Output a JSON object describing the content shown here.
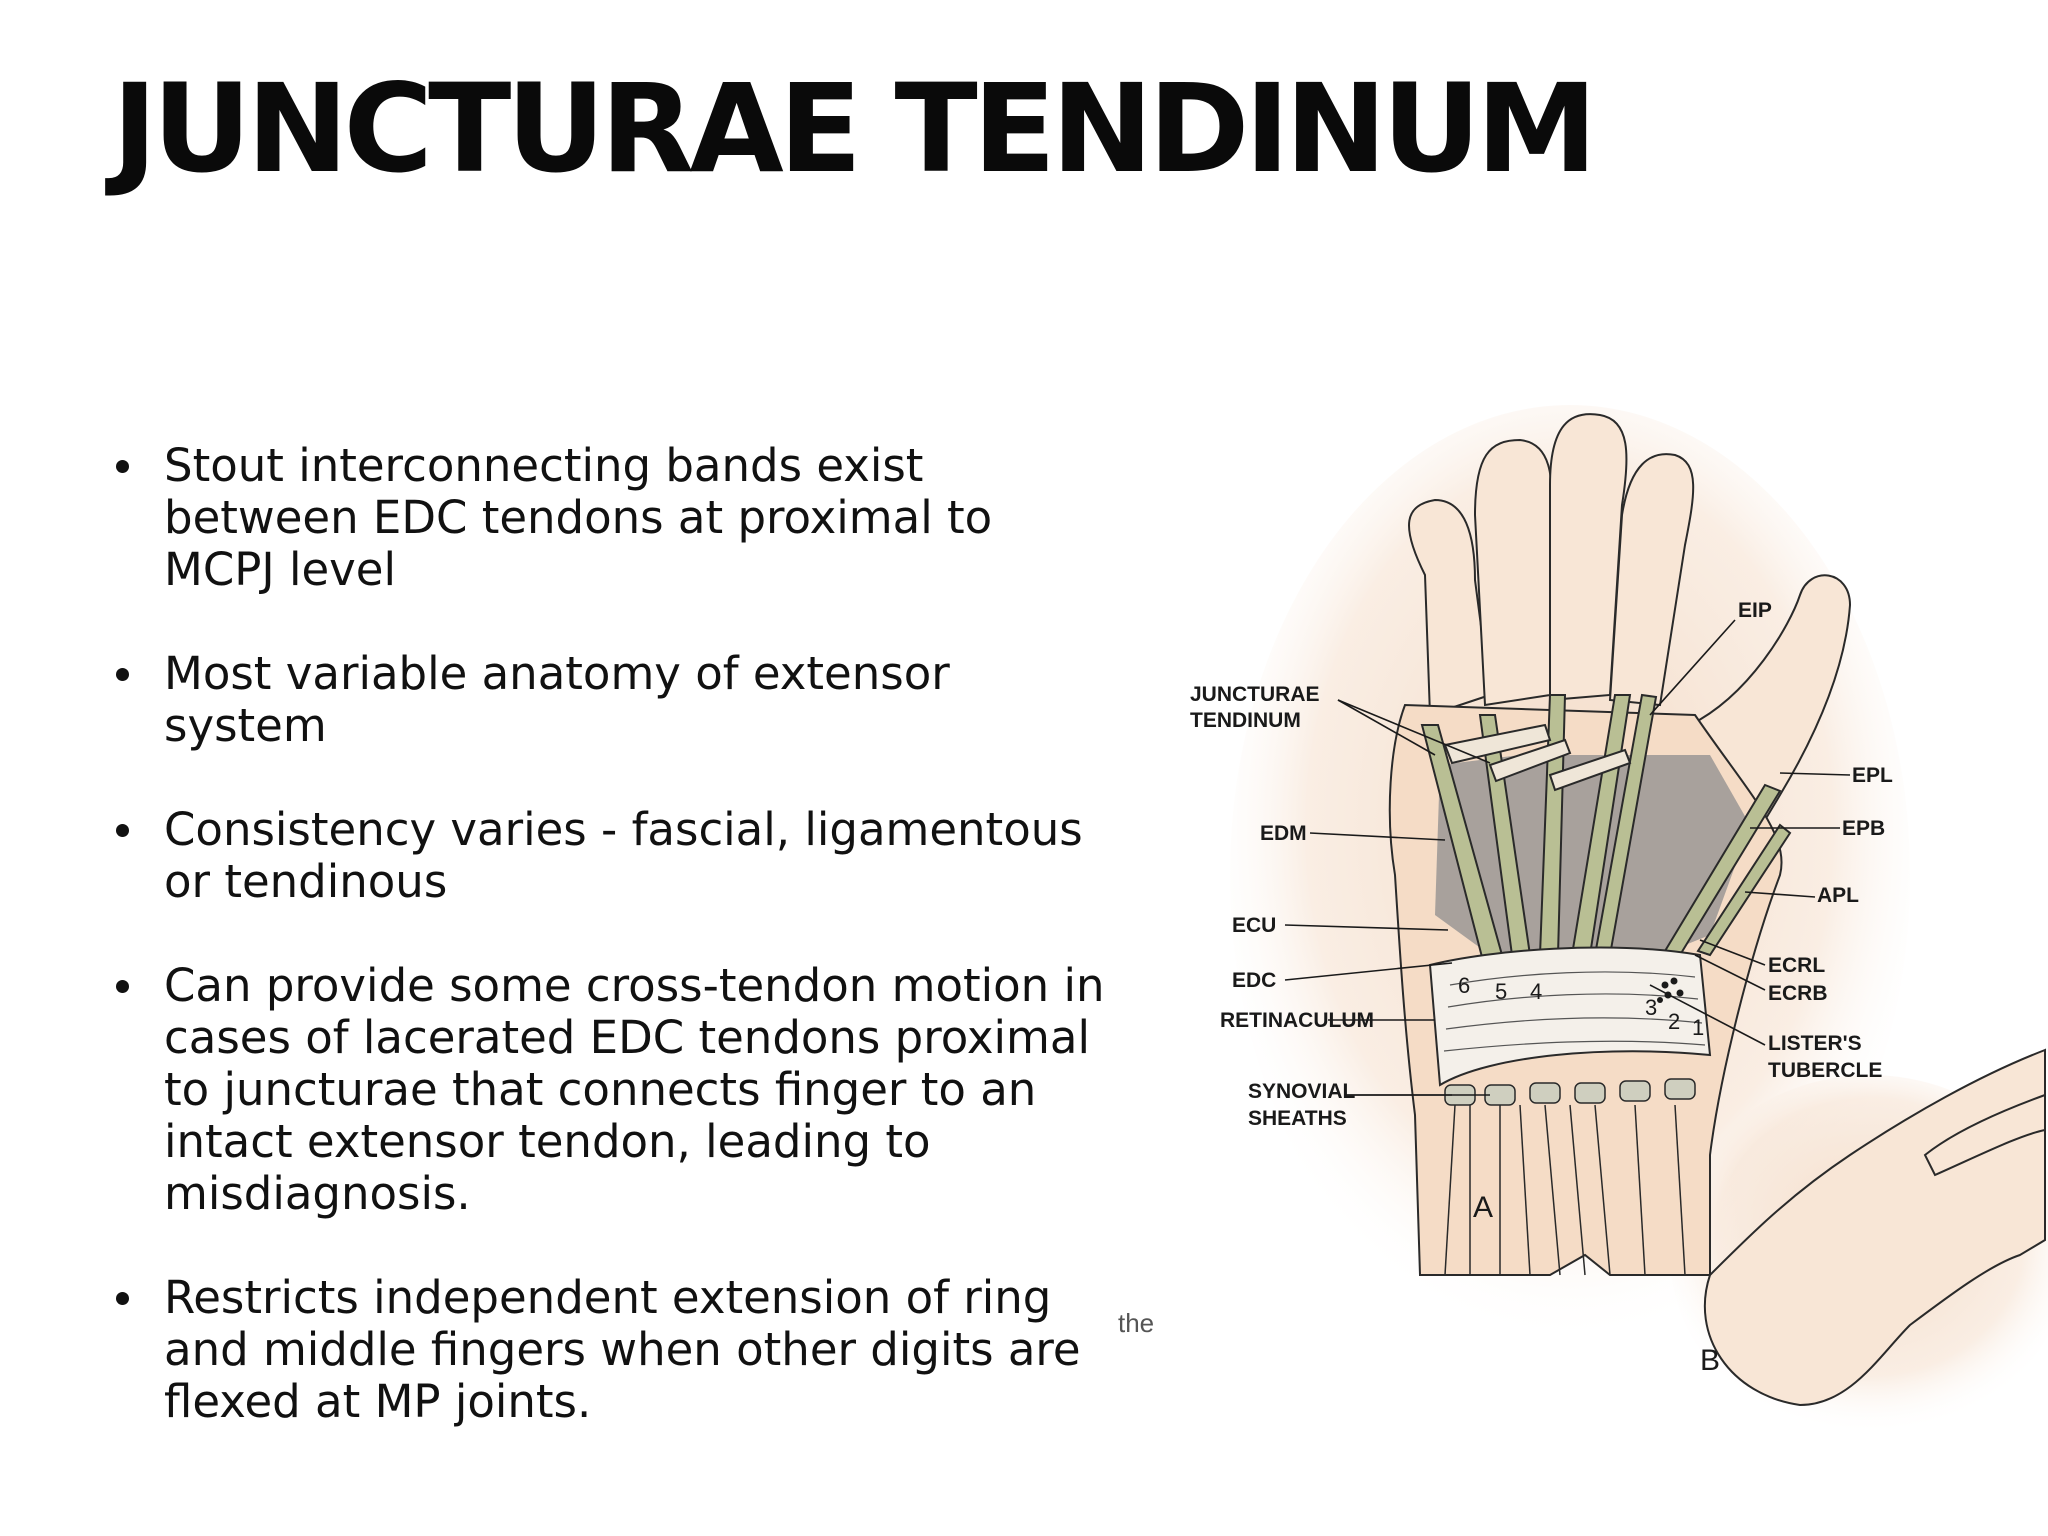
{
  "slide": {
    "title": "JUNCTURAE TENDINUM",
    "bullets": [
      {
        "text": "Stout interconnecting bands exist between EDC tendons at proximal to MCPJ level"
      },
      {
        "text": "Most variable anatomy of extensor system"
      },
      {
        "text": "Consistency varies - fascial, ligamentous or tendinous"
      },
      {
        "text": "Can provide some cross-tendon motion in cases of lacerated EDC tendons proximal to juncturae that connects finger to an intact extensor tendon, leading to misdiagnosis."
      },
      {
        "text": "Restricts independent extension of ring and middle fingers when other digits are flexed at MP joints."
      }
    ],
    "stray_text": "the"
  },
  "figure": {
    "labels": {
      "juncturae_1": "JUNCTURAE",
      "juncturae_2": "TENDINUM",
      "eip": "EIP",
      "epl": "EPL",
      "edm": "EDM",
      "epb": "EPB",
      "apl": "APL",
      "ecu": "ECU",
      "ecrl": "ECRL",
      "edc": "EDC",
      "ecrb": "ECRB",
      "retinaculum": "RETINACULUM",
      "listers_1": "LISTER'S",
      "listers_2": "TUBERCLE",
      "synovial_1": "SYNOVIAL",
      "synovial_2": "SHEATHS",
      "panel_a": "A",
      "panel_b": "B"
    },
    "compartment_numbers": [
      "6",
      "5",
      "4",
      "3",
      "2",
      "1"
    ],
    "colors": {
      "skin": "#f3d9c3",
      "skin_shadow": "#e9c3a3",
      "tendon": "#b9bf94",
      "outline": "#2a2a2a",
      "deep_tissue": "#8d8d8d"
    }
  }
}
